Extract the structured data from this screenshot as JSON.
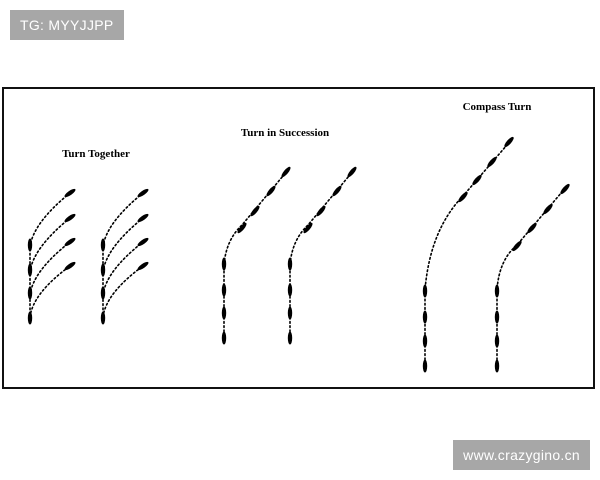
{
  "watermarks": {
    "top_left": "TG: MYYJJPP",
    "bottom_right": "www.crazygino.cn"
  },
  "diagram": {
    "labels": {
      "turn_together": "Turn Together",
      "turn_in_succession": "Turn in Succession",
      "compass_turn": "Compass Turn"
    }
  },
  "colors": {
    "ink": "#000000",
    "badge_bg": "#a7a7a7",
    "badge_text": "#ffffff"
  },
  "icons": [
    "ship-icon"
  ]
}
